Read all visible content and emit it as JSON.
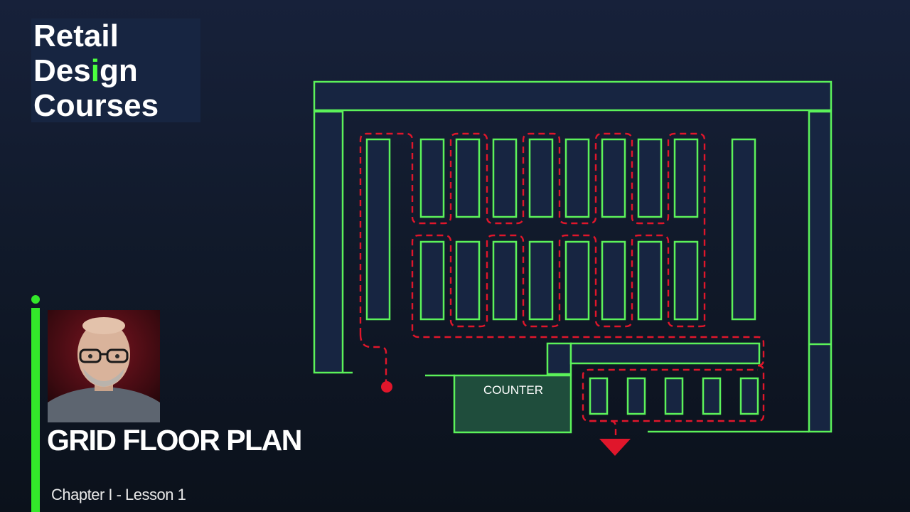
{
  "brand": {
    "logo_lines": [
      "Retail",
      "Des",
      "i",
      "gn",
      "Courses"
    ],
    "accent_color": "#4cff3f"
  },
  "lesson": {
    "title": "GRID FLOOR PLAN",
    "subtitle": "Chapter I - Lesson 1"
  },
  "floor_plan": {
    "counter_label": "COUNTER",
    "wall_color": "#5cf25a",
    "fixture_fill": "#172541",
    "counter_fill": "#1f4d3c",
    "path_color": "#e0162b",
    "icons": [
      "start-point-icon",
      "exit-arrow-icon"
    ]
  },
  "presenter": {
    "avatar_icon": "presenter-photo"
  }
}
